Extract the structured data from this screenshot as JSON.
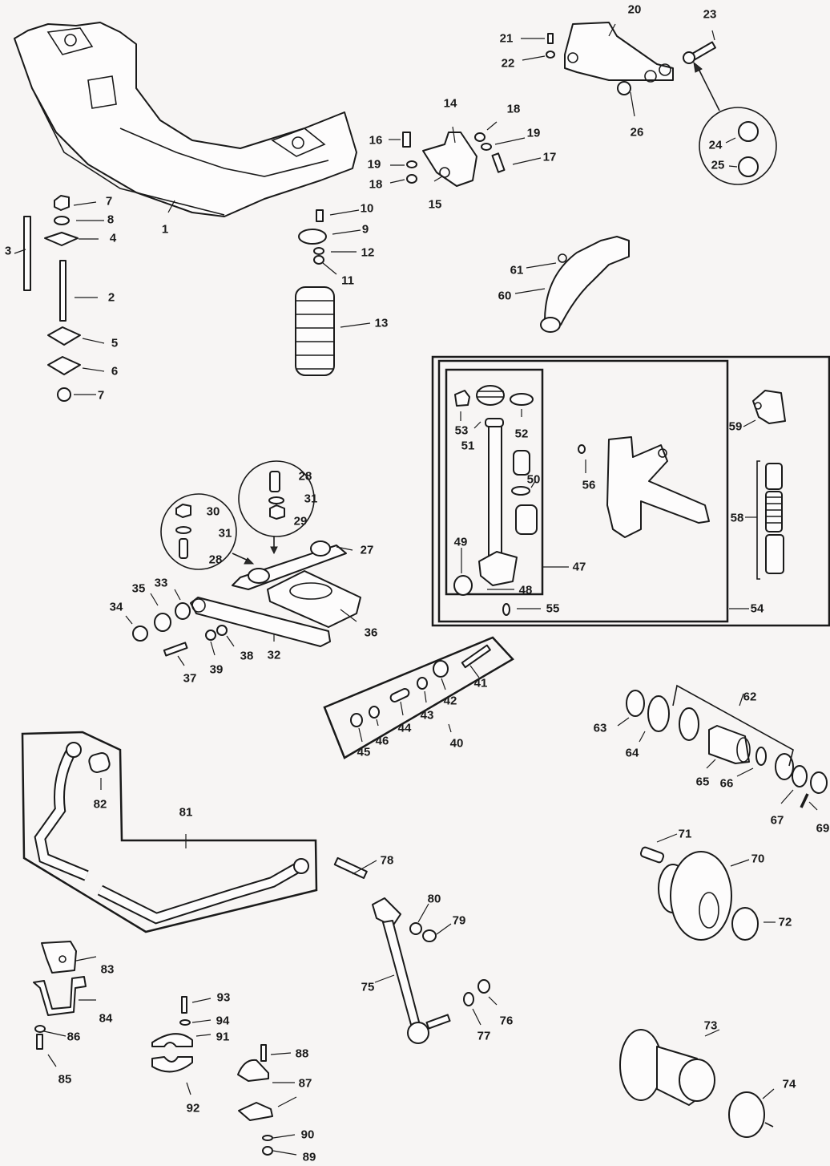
{
  "diagram": {
    "type": "exploded parts diagram",
    "colors": {
      "ink": "#1a1a1a",
      "paper": "#f7f5f4",
      "accent_scan_tint": "#b0306a"
    },
    "labels": [
      {
        "id": "1",
        "text": "1"
      },
      {
        "id": "2",
        "text": "2"
      },
      {
        "id": "3",
        "text": "3"
      },
      {
        "id": "4",
        "text": "4"
      },
      {
        "id": "5",
        "text": "5"
      },
      {
        "id": "6",
        "text": "6"
      },
      {
        "id": "7a",
        "text": "7"
      },
      {
        "id": "7b",
        "text": "7"
      },
      {
        "id": "8",
        "text": "8"
      },
      {
        "id": "9",
        "text": "9"
      },
      {
        "id": "10",
        "text": "10"
      },
      {
        "id": "11",
        "text": "11"
      },
      {
        "id": "12",
        "text": "12"
      },
      {
        "id": "13",
        "text": "13"
      },
      {
        "id": "14",
        "text": "14"
      },
      {
        "id": "15",
        "text": "15"
      },
      {
        "id": "16",
        "text": "16"
      },
      {
        "id": "17",
        "text": "17"
      },
      {
        "id": "18a",
        "text": "18"
      },
      {
        "id": "18b",
        "text": "18"
      },
      {
        "id": "19a",
        "text": "19"
      },
      {
        "id": "19b",
        "text": "19"
      },
      {
        "id": "20",
        "text": "20"
      },
      {
        "id": "21",
        "text": "21"
      },
      {
        "id": "22",
        "text": "22"
      },
      {
        "id": "23",
        "text": "23"
      },
      {
        "id": "24",
        "text": "24"
      },
      {
        "id": "25",
        "text": "25"
      },
      {
        "id": "26",
        "text": "26"
      },
      {
        "id": "27",
        "text": "27"
      },
      {
        "id": "28a",
        "text": "28"
      },
      {
        "id": "28b",
        "text": "28"
      },
      {
        "id": "29",
        "text": "29"
      },
      {
        "id": "30",
        "text": "30"
      },
      {
        "id": "31a",
        "text": "31"
      },
      {
        "id": "31b",
        "text": "31"
      },
      {
        "id": "32",
        "text": "32"
      },
      {
        "id": "33",
        "text": "33"
      },
      {
        "id": "34",
        "text": "34"
      },
      {
        "id": "35",
        "text": "35"
      },
      {
        "id": "36",
        "text": "36"
      },
      {
        "id": "37",
        "text": "37"
      },
      {
        "id": "38",
        "text": "38"
      },
      {
        "id": "39",
        "text": "39"
      },
      {
        "id": "40",
        "text": "40"
      },
      {
        "id": "41",
        "text": "41"
      },
      {
        "id": "42",
        "text": "42"
      },
      {
        "id": "43",
        "text": "43"
      },
      {
        "id": "44",
        "text": "44"
      },
      {
        "id": "45",
        "text": "45"
      },
      {
        "id": "46",
        "text": "46"
      },
      {
        "id": "47",
        "text": "47"
      },
      {
        "id": "48",
        "text": "48"
      },
      {
        "id": "49",
        "text": "49"
      },
      {
        "id": "50",
        "text": "50"
      },
      {
        "id": "51",
        "text": "51"
      },
      {
        "id": "52",
        "text": "52"
      },
      {
        "id": "53",
        "text": "53"
      },
      {
        "id": "54",
        "text": "54"
      },
      {
        "id": "55",
        "text": "55"
      },
      {
        "id": "56",
        "text": "56"
      },
      {
        "id": "58",
        "text": "58"
      },
      {
        "id": "59",
        "text": "59"
      },
      {
        "id": "60",
        "text": "60"
      },
      {
        "id": "61",
        "text": "61"
      },
      {
        "id": "62",
        "text": "62"
      },
      {
        "id": "63",
        "text": "63"
      },
      {
        "id": "64",
        "text": "64"
      },
      {
        "id": "65",
        "text": "65"
      },
      {
        "id": "66",
        "text": "66"
      },
      {
        "id": "67",
        "text": "67"
      },
      {
        "id": "69",
        "text": "69"
      },
      {
        "id": "70",
        "text": "70"
      },
      {
        "id": "71",
        "text": "71"
      },
      {
        "id": "72",
        "text": "72"
      },
      {
        "id": "73",
        "text": "73"
      },
      {
        "id": "74",
        "text": "74"
      },
      {
        "id": "75",
        "text": "75"
      },
      {
        "id": "76",
        "text": "76"
      },
      {
        "id": "77",
        "text": "77"
      },
      {
        "id": "78",
        "text": "78"
      },
      {
        "id": "79",
        "text": "79"
      },
      {
        "id": "80",
        "text": "80"
      },
      {
        "id": "81",
        "text": "81"
      },
      {
        "id": "82",
        "text": "82"
      },
      {
        "id": "83",
        "text": "83"
      },
      {
        "id": "84",
        "text": "84"
      },
      {
        "id": "85",
        "text": "85"
      },
      {
        "id": "86",
        "text": "86"
      },
      {
        "id": "87",
        "text": "87"
      },
      {
        "id": "88",
        "text": "88"
      },
      {
        "id": "89",
        "text": "89"
      },
      {
        "id": "90",
        "text": "90"
      },
      {
        "id": "91",
        "text": "91"
      },
      {
        "id": "92",
        "text": "92"
      },
      {
        "id": "93",
        "text": "93"
      },
      {
        "id": "94",
        "text": "94"
      }
    ]
  }
}
